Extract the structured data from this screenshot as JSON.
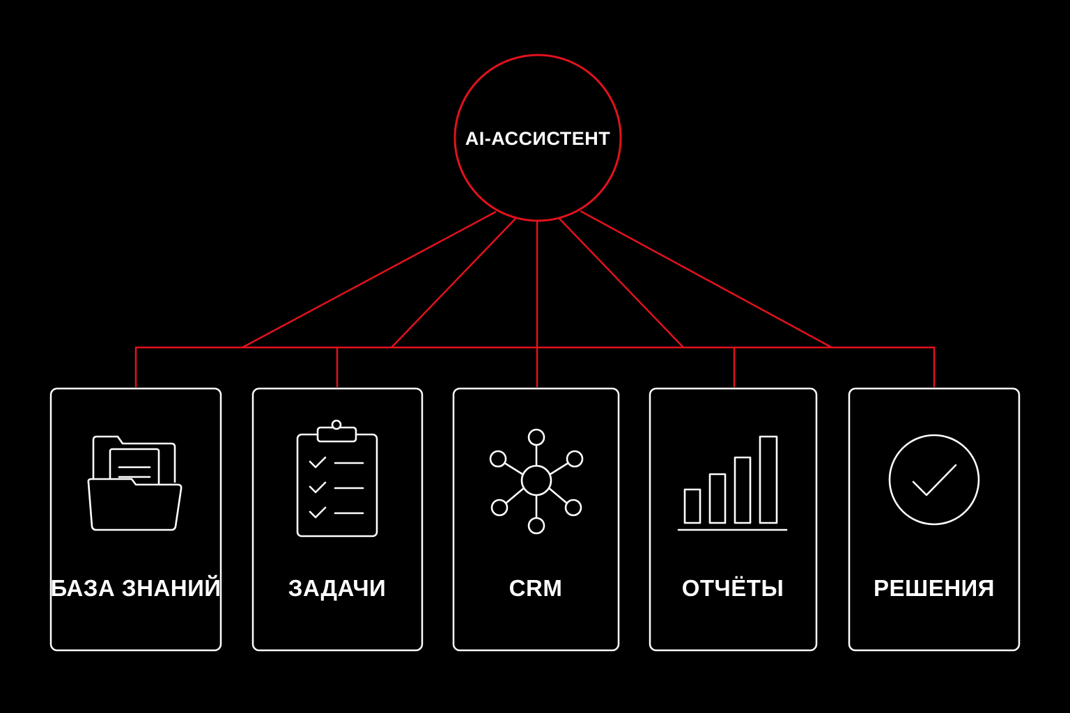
{
  "colors": {
    "background": "#000000",
    "accent": "#e3121c",
    "foreground": "#ffffff"
  },
  "hub": {
    "label": "AI-АССИСТЕНТ"
  },
  "cards": [
    {
      "label": "БАЗА ЗНАНИЙ",
      "icon": "folder-documents-icon"
    },
    {
      "label": "ЗАДАЧИ",
      "icon": "clipboard-checklist-icon"
    },
    {
      "label": "CRM",
      "icon": "network-nodes-icon"
    },
    {
      "label": "ОТЧЁТЫ",
      "icon": "bar-chart-icon"
    },
    {
      "label": "РЕШЕНИЯ",
      "icon": "check-circle-icon"
    }
  ]
}
